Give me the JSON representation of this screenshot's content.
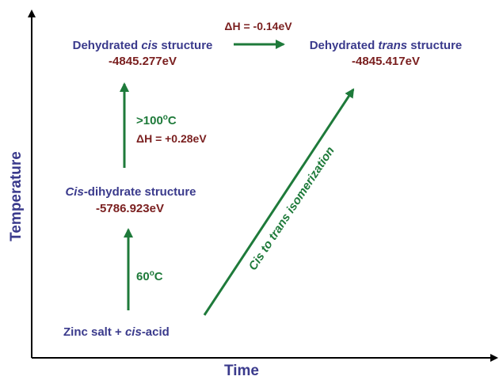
{
  "axes": {
    "x_label": "Time",
    "y_label": "Temperature"
  },
  "states": {
    "zinc_salt": {
      "prefix": "Zinc salt + ",
      "italic": "cis",
      "suffix": "-acid"
    },
    "cis_dihydrate": {
      "prefix": "",
      "italic": "Cis",
      "suffix": "-dihydrate structure",
      "energy": "-5786.923eV"
    },
    "dehydrated_cis": {
      "prefix": "Dehydrated ",
      "italic": "cis",
      "suffix": " structure",
      "energy": "-4845.277eV"
    },
    "dehydrated_trans": {
      "prefix": "Dehydrated ",
      "italic": "trans",
      "suffix": " structure",
      "energy": "-4845.417eV"
    }
  },
  "transitions": {
    "heat_60": {
      "temp_base": "60",
      "temp_sup": "o",
      "temp_unit": "C"
    },
    "heat_100": {
      "temp_base": ">100",
      "temp_sup": "o",
      "temp_unit": "C",
      "delta_h": "ΔH = +0.28eV"
    },
    "cis_to_trans_top": {
      "delta_h": "ΔH = -0.14eV"
    },
    "isomerization": {
      "prefix": "Cis to ",
      "italic": "trans",
      "suffix": " isomerization"
    }
  },
  "colors": {
    "axis": "#000000",
    "arrow": "#1e7a3a",
    "state_text": "#3a3a8c",
    "energy_text": "#7a1f1f"
  }
}
